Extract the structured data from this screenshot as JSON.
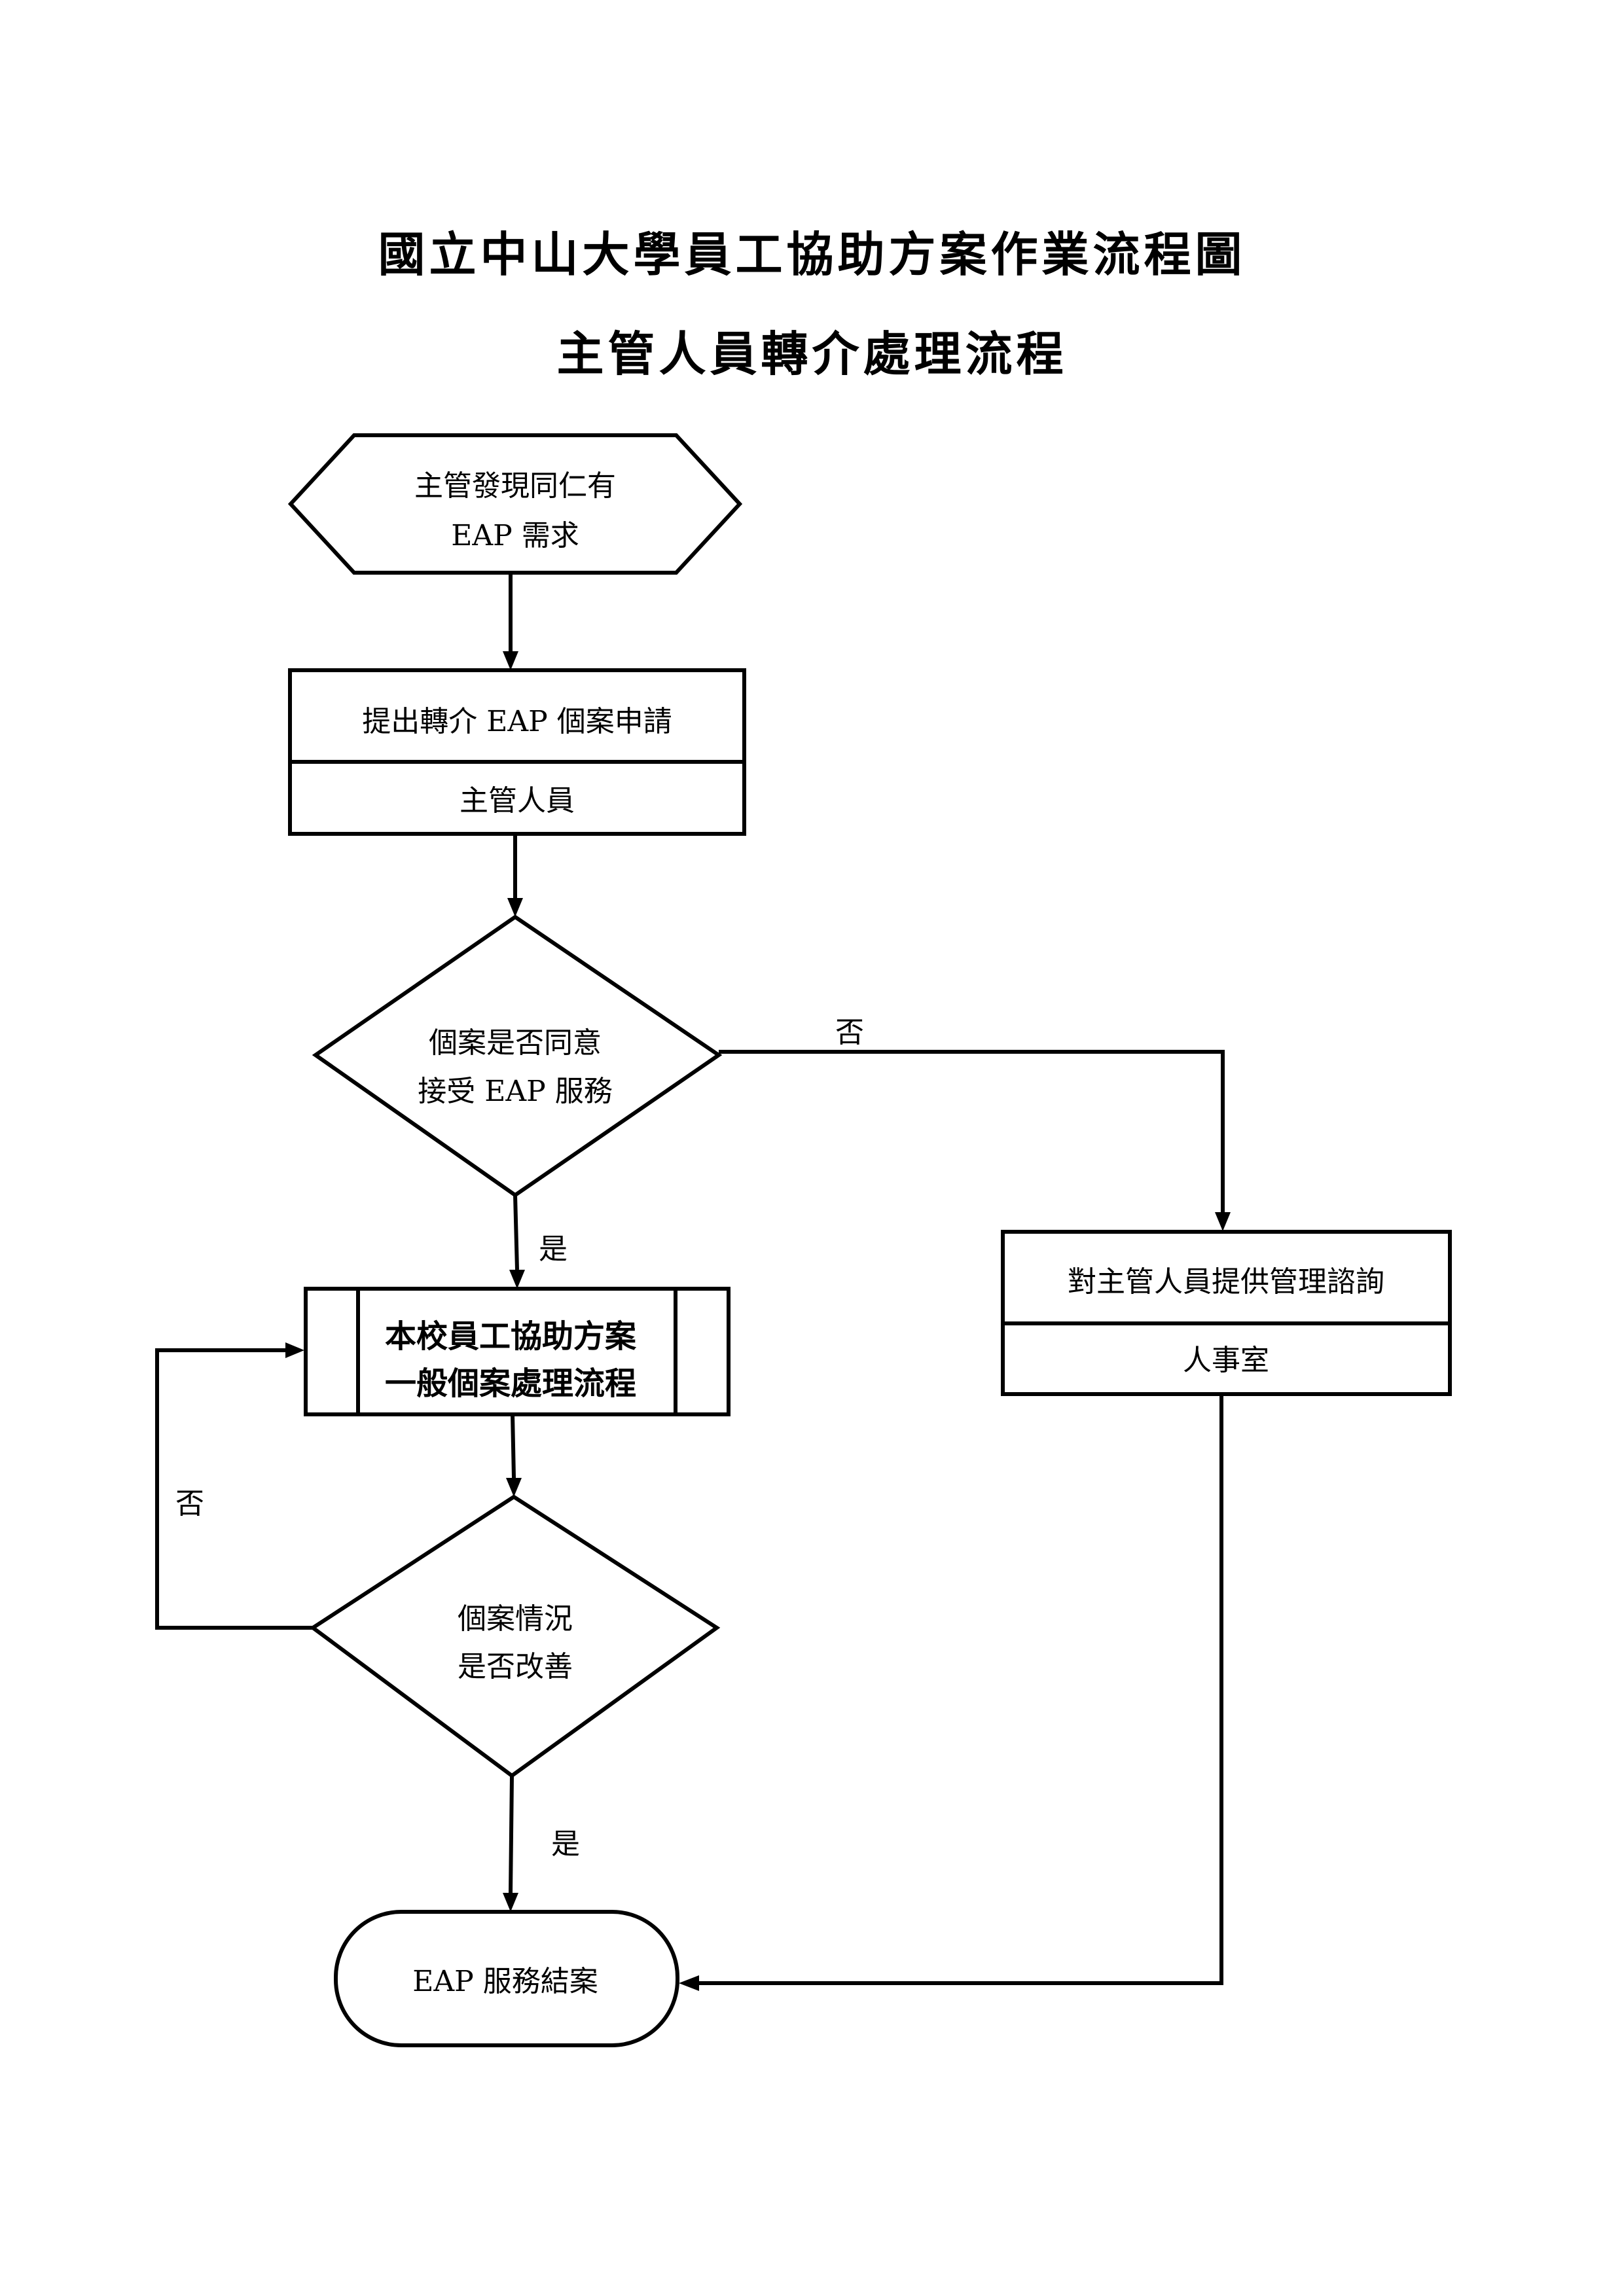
{
  "document": {
    "title": "國立中山大學員工協助方案作業流程圖",
    "subtitle": "主管人員轉介處理流程"
  },
  "flowchart": {
    "start": {
      "shape": "hexagon",
      "line1": "主管發現同仁有",
      "line2": "EAP 需求"
    },
    "step_referral": {
      "shape": "process",
      "action": "提出轉介 EAP 個案申請",
      "owner": "主管人員"
    },
    "decision_consent": {
      "shape": "decision",
      "line1": "個案是否同意",
      "line2": "接受 EAP 服務",
      "yes_label": "是",
      "no_label": "否"
    },
    "step_consult": {
      "shape": "process",
      "action": "對主管人員提供管理諮詢",
      "owner": "人事室"
    },
    "step_general": {
      "shape": "predefined-process",
      "line1": "本校員工協助方案",
      "line2": "一般個案處理流程"
    },
    "decision_improved": {
      "shape": "decision",
      "line1": "個案情況",
      "line2": "是否改善",
      "yes_label": "是",
      "no_label": "否"
    },
    "end": {
      "shape": "terminal",
      "label": "EAP 服務結案"
    }
  }
}
